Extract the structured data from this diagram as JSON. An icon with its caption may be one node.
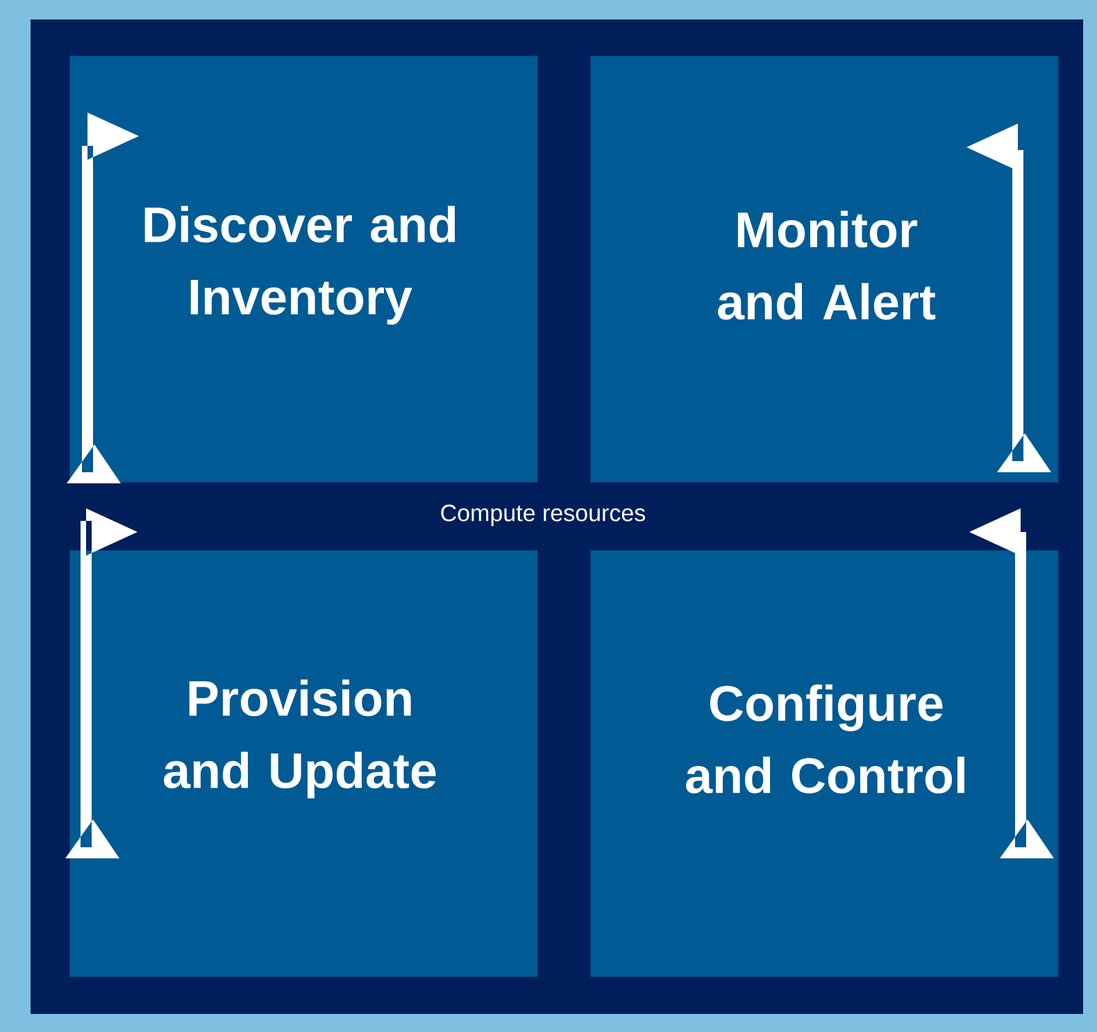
{
  "diagram": {
    "nodes": [
      {
        "text": [
          "Compute resources"
        ]
      },
      {
        "text": [
          "Discover and Inventory"
        ],
        "in": 0
      },
      {
        "text": [
          "Monitor and Alert"
        ],
        "in": 0
      },
      {
        "text": [
          "Provision and Update"
        ],
        "in": 0
      },
      {
        "text": [
          "Configure and Control"
        ],
        "in": 0
      }
    ]
  }
}
